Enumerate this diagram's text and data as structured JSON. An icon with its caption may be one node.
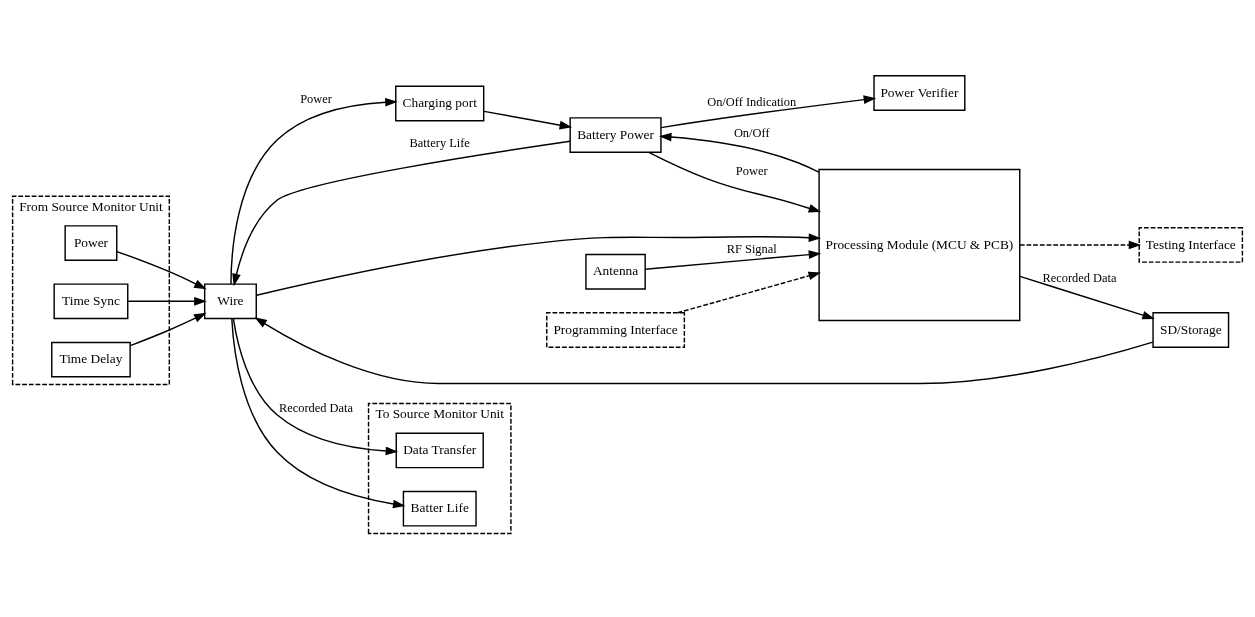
{
  "diagram": {
    "nodes": [
      {
        "text": [
          "From Source Monitor Unit"
        ]
      },
      {
        "text": [
          "Power"
        ],
        "in": 0
      },
      {
        "text": [
          "Time Sync"
        ],
        "in": 0
      },
      {
        "text": [
          "Time Delay"
        ],
        "in": 0
      },
      {
        "text": [
          "Charging port"
        ]
      },
      {
        "text": [
          "Battery Power"
        ]
      },
      {
        "text": [
          "Power Verifier"
        ]
      },
      {
        "text": [
          "Processing Module (MCU & PCB)"
        ]
      },
      {
        "text": [
          "Wire"
        ]
      },
      {
        "text": [
          "To Source Monitor Unit"
        ]
      },
      {
        "text": [
          "Data Transfer"
        ],
        "in": 9
      },
      {
        "text": [
          "Batter Life"
        ],
        "in": 9
      },
      {
        "text": [
          "Antenna"
        ]
      },
      {
        "text": [
          "SD/Storage"
        ]
      },
      {
        "text": [
          "Programming Interface"
        ]
      },
      {
        "text": [
          "Testing Interface"
        ]
      }
    ],
    "edges": [
      {
        "from": 1,
        "to": 8,
        "arrow": "to"
      },
      {
        "from": 2,
        "to": 8,
        "arrow": "to"
      },
      {
        "from": 3,
        "to": 8,
        "arrow": "to"
      },
      {
        "from": 8,
        "to": 4,
        "arrow": "to",
        "label": "Power"
      },
      {
        "from": 5,
        "to": 8,
        "arrow": "to",
        "label": "Battery Life"
      },
      {
        "from": 4,
        "to": 5,
        "arrow": "to"
      },
      {
        "from": 5,
        "to": 6,
        "arrow": "to",
        "label": "On/Off Indication"
      },
      {
        "from": 5,
        "to": 7,
        "arrow": "to",
        "label": "Power"
      },
      {
        "from": 7,
        "to": 5,
        "arrow": "to",
        "label": "On/Off"
      },
      {
        "from": 12,
        "to": 7,
        "arrow": "to",
        "label": "RF Signal"
      },
      {
        "from": 8,
        "to": 7,
        "arrow": "to"
      },
      {
        "from": 7,
        "to": 13,
        "arrow": "to",
        "label": "Recorded Data"
      },
      {
        "from": 13,
        "to": 8,
        "arrow": "to"
      },
      {
        "from": 8,
        "to": 10,
        "arrow": "to",
        "label": "Recorded Data"
      },
      {
        "from": 8,
        "to": 11,
        "arrow": "to"
      },
      {
        "from": 14,
        "to": 7,
        "arrow": "to",
        "style": "dashed"
      },
      {
        "from": 7,
        "to": 15,
        "arrow": "to",
        "style": "dashed"
      }
    ]
  }
}
